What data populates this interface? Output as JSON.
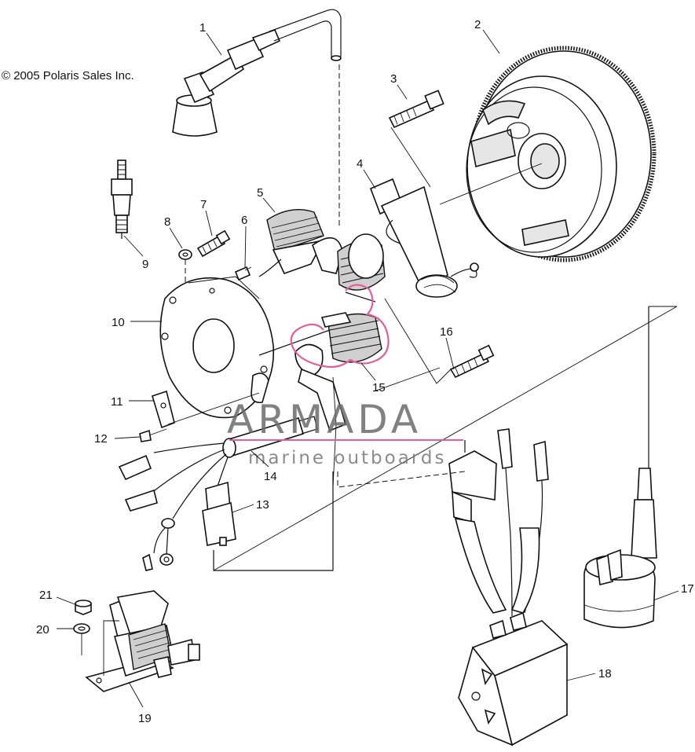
{
  "copyright": "© 2005 Polaris Sales Inc.",
  "watermark": {
    "brand": "ARMADA",
    "tagline": "marine outboards",
    "accent_color": "#e0609a"
  },
  "callouts": [
    {
      "id": "1",
      "part": "spark-plug-cap"
    },
    {
      "id": "2",
      "part": "flywheel"
    },
    {
      "id": "3",
      "part": "bolt"
    },
    {
      "id": "4",
      "part": "pulser-coil"
    },
    {
      "id": "5",
      "part": "charging-coil"
    },
    {
      "id": "6",
      "part": "screw"
    },
    {
      "id": "7",
      "part": "bolt"
    },
    {
      "id": "8",
      "part": "washer"
    },
    {
      "id": "9",
      "part": "spark-plug"
    },
    {
      "id": "10",
      "part": "stator-plate"
    },
    {
      "id": "11",
      "part": "clamp"
    },
    {
      "id": "12",
      "part": "screw"
    },
    {
      "id": "13",
      "part": "connector"
    },
    {
      "id": "14",
      "part": "wire-harness"
    },
    {
      "id": "15",
      "part": "exciter-coil"
    },
    {
      "id": "16",
      "part": "bolt"
    },
    {
      "id": "17",
      "part": "ignition-coil"
    },
    {
      "id": "18",
      "part": "cdi-unit"
    },
    {
      "id": "19",
      "part": "starter-solenoid"
    },
    {
      "id": "20",
      "part": "washer"
    },
    {
      "id": "21",
      "part": "nut"
    }
  ]
}
